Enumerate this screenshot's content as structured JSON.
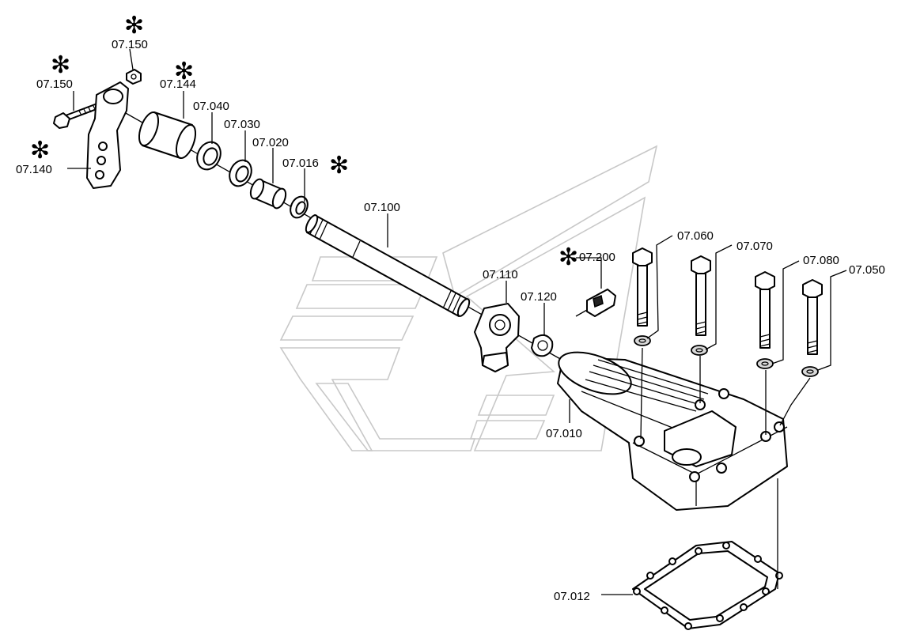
{
  "diagram": {
    "parts": [
      {
        "id": "p150a",
        "label": "07.150",
        "starred": true
      },
      {
        "id": "p150b",
        "label": "07.150",
        "starred": true
      },
      {
        "id": "p144",
        "label": "07.144",
        "starred": true
      },
      {
        "id": "p140",
        "label": "07.140",
        "starred": true
      },
      {
        "id": "p040",
        "label": "07.040",
        "starred": false
      },
      {
        "id": "p030",
        "label": "07.030",
        "starred": false
      },
      {
        "id": "p020",
        "label": "07.020",
        "starred": false
      },
      {
        "id": "p016",
        "label": "07.016",
        "starred": true
      },
      {
        "id": "p100",
        "label": "07.100",
        "starred": false
      },
      {
        "id": "p110",
        "label": "07.110",
        "starred": false
      },
      {
        "id": "p120",
        "label": "07.120",
        "starred": false
      },
      {
        "id": "p200",
        "label": "07.200",
        "starred": true
      },
      {
        "id": "p060",
        "label": "07.060",
        "starred": false
      },
      {
        "id": "p070",
        "label": "07.070",
        "starred": false
      },
      {
        "id": "p080",
        "label": "07.080",
        "starred": false
      },
      {
        "id": "p050",
        "label": "07.050",
        "starred": false
      },
      {
        "id": "p010",
        "label": "07.010",
        "starred": false
      },
      {
        "id": "p012",
        "label": "07.012",
        "starred": false
      }
    ],
    "star_symbol": "✻",
    "line_color": "#000000",
    "watermark_color": "#c8c8c8"
  }
}
